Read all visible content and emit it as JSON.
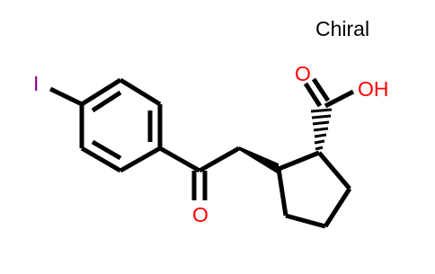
{
  "molecule": {
    "chiral_label": "Chiral",
    "atoms": {
      "iodine": "I",
      "ketone_oxygen": "O",
      "carbonyl_oxygen": "O",
      "hydroxyl": "OH"
    }
  },
  "colors": {
    "bond": "#000000",
    "oxygen": "#ff0000",
    "iodine": "#8b008b",
    "background": "#ffffff"
  }
}
